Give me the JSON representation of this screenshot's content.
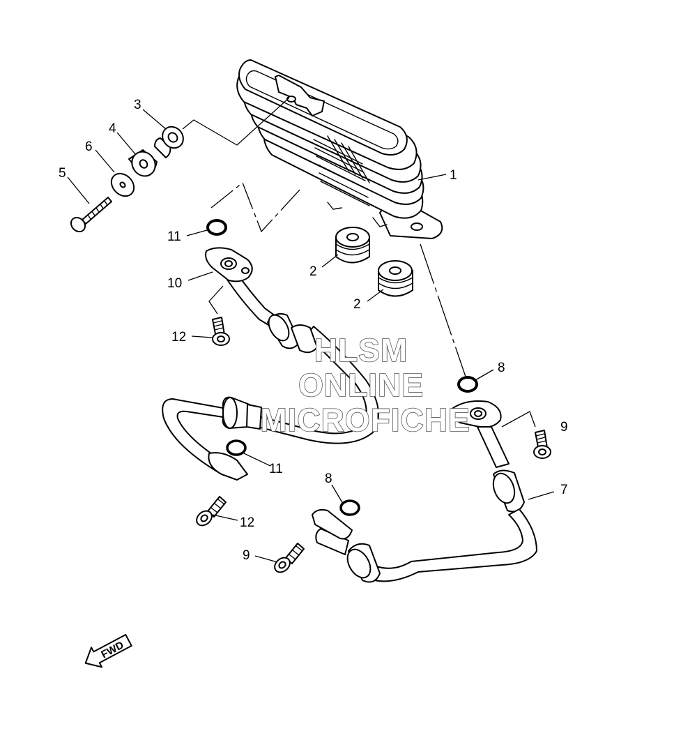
{
  "callouts": {
    "c1": "1",
    "c2a": "2",
    "c2b": "2",
    "c3": "3",
    "c4": "4",
    "c5": "5",
    "c6": "6",
    "c7": "7",
    "c8a": "8",
    "c8b": "8",
    "c9a": "9",
    "c9b": "9",
    "c10": "10",
    "c11a": "11",
    "c11b": "11",
    "c12a": "12",
    "c12b": "12"
  },
  "direction_arrow": {
    "label": "FWD"
  },
  "watermark": {
    "line1": "HLSM",
    "line2": "ONLINE",
    "line3": "MICROFICHE"
  },
  "colors": {
    "line": "#000000",
    "background": "#ffffff",
    "watermark_outline": "#555555"
  }
}
